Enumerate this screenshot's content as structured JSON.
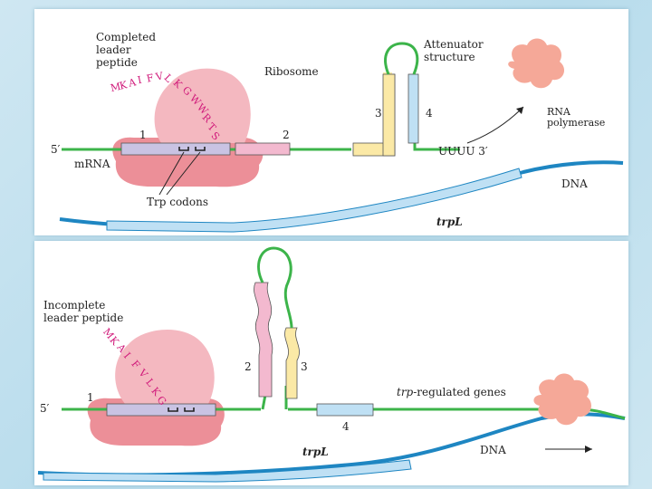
{
  "top": {
    "completed_leader_peptide": "Completed\nleader\npeptide",
    "ribosome": "Ribosome",
    "attenuator_structure": "Attenuator\nstructure",
    "rna_polymerase": "RNA\npolymerase",
    "peptide_letters": [
      "M",
      "K",
      "A",
      "I",
      "F",
      "V",
      "L",
      "K",
      "G",
      "W",
      "W",
      "R",
      "T",
      "S"
    ],
    "region_1": "1",
    "region_2": "2",
    "region_3": "3",
    "region_4": "4",
    "five_prime": "5′",
    "mrna": "mRNA",
    "uuuu": "UUUU 3′",
    "trp_codons": "Trp codons",
    "dna": "DNA",
    "trpL": "trpL"
  },
  "bottom": {
    "incomplete_leader_peptide": "Incomplete\nleader peptide",
    "peptide_letters": [
      "M",
      "K",
      "A",
      "I",
      "F",
      "V",
      "L",
      "K",
      "G"
    ],
    "region_1": "1",
    "region_2": "2",
    "region_3": "3",
    "region_4": "4",
    "five_prime": "5′",
    "trp_prefix": "trp",
    "regulated_genes": "-regulated genes",
    "trpL": "trpL",
    "dna": "DNA"
  },
  "colors": {
    "mrna": "#3cb44a",
    "dna": "#1e86c2",
    "ribosome_upper": "#f4b8c0",
    "ribosome_lower": "#ec8f98",
    "region_1": "#c9c3e3",
    "region_2": "#f3b9cf",
    "region_3": "#fbe9a6",
    "region_4": "#bfe0f4",
    "rna_polymerase": "#f5a898",
    "peptide": "#d0197a"
  }
}
